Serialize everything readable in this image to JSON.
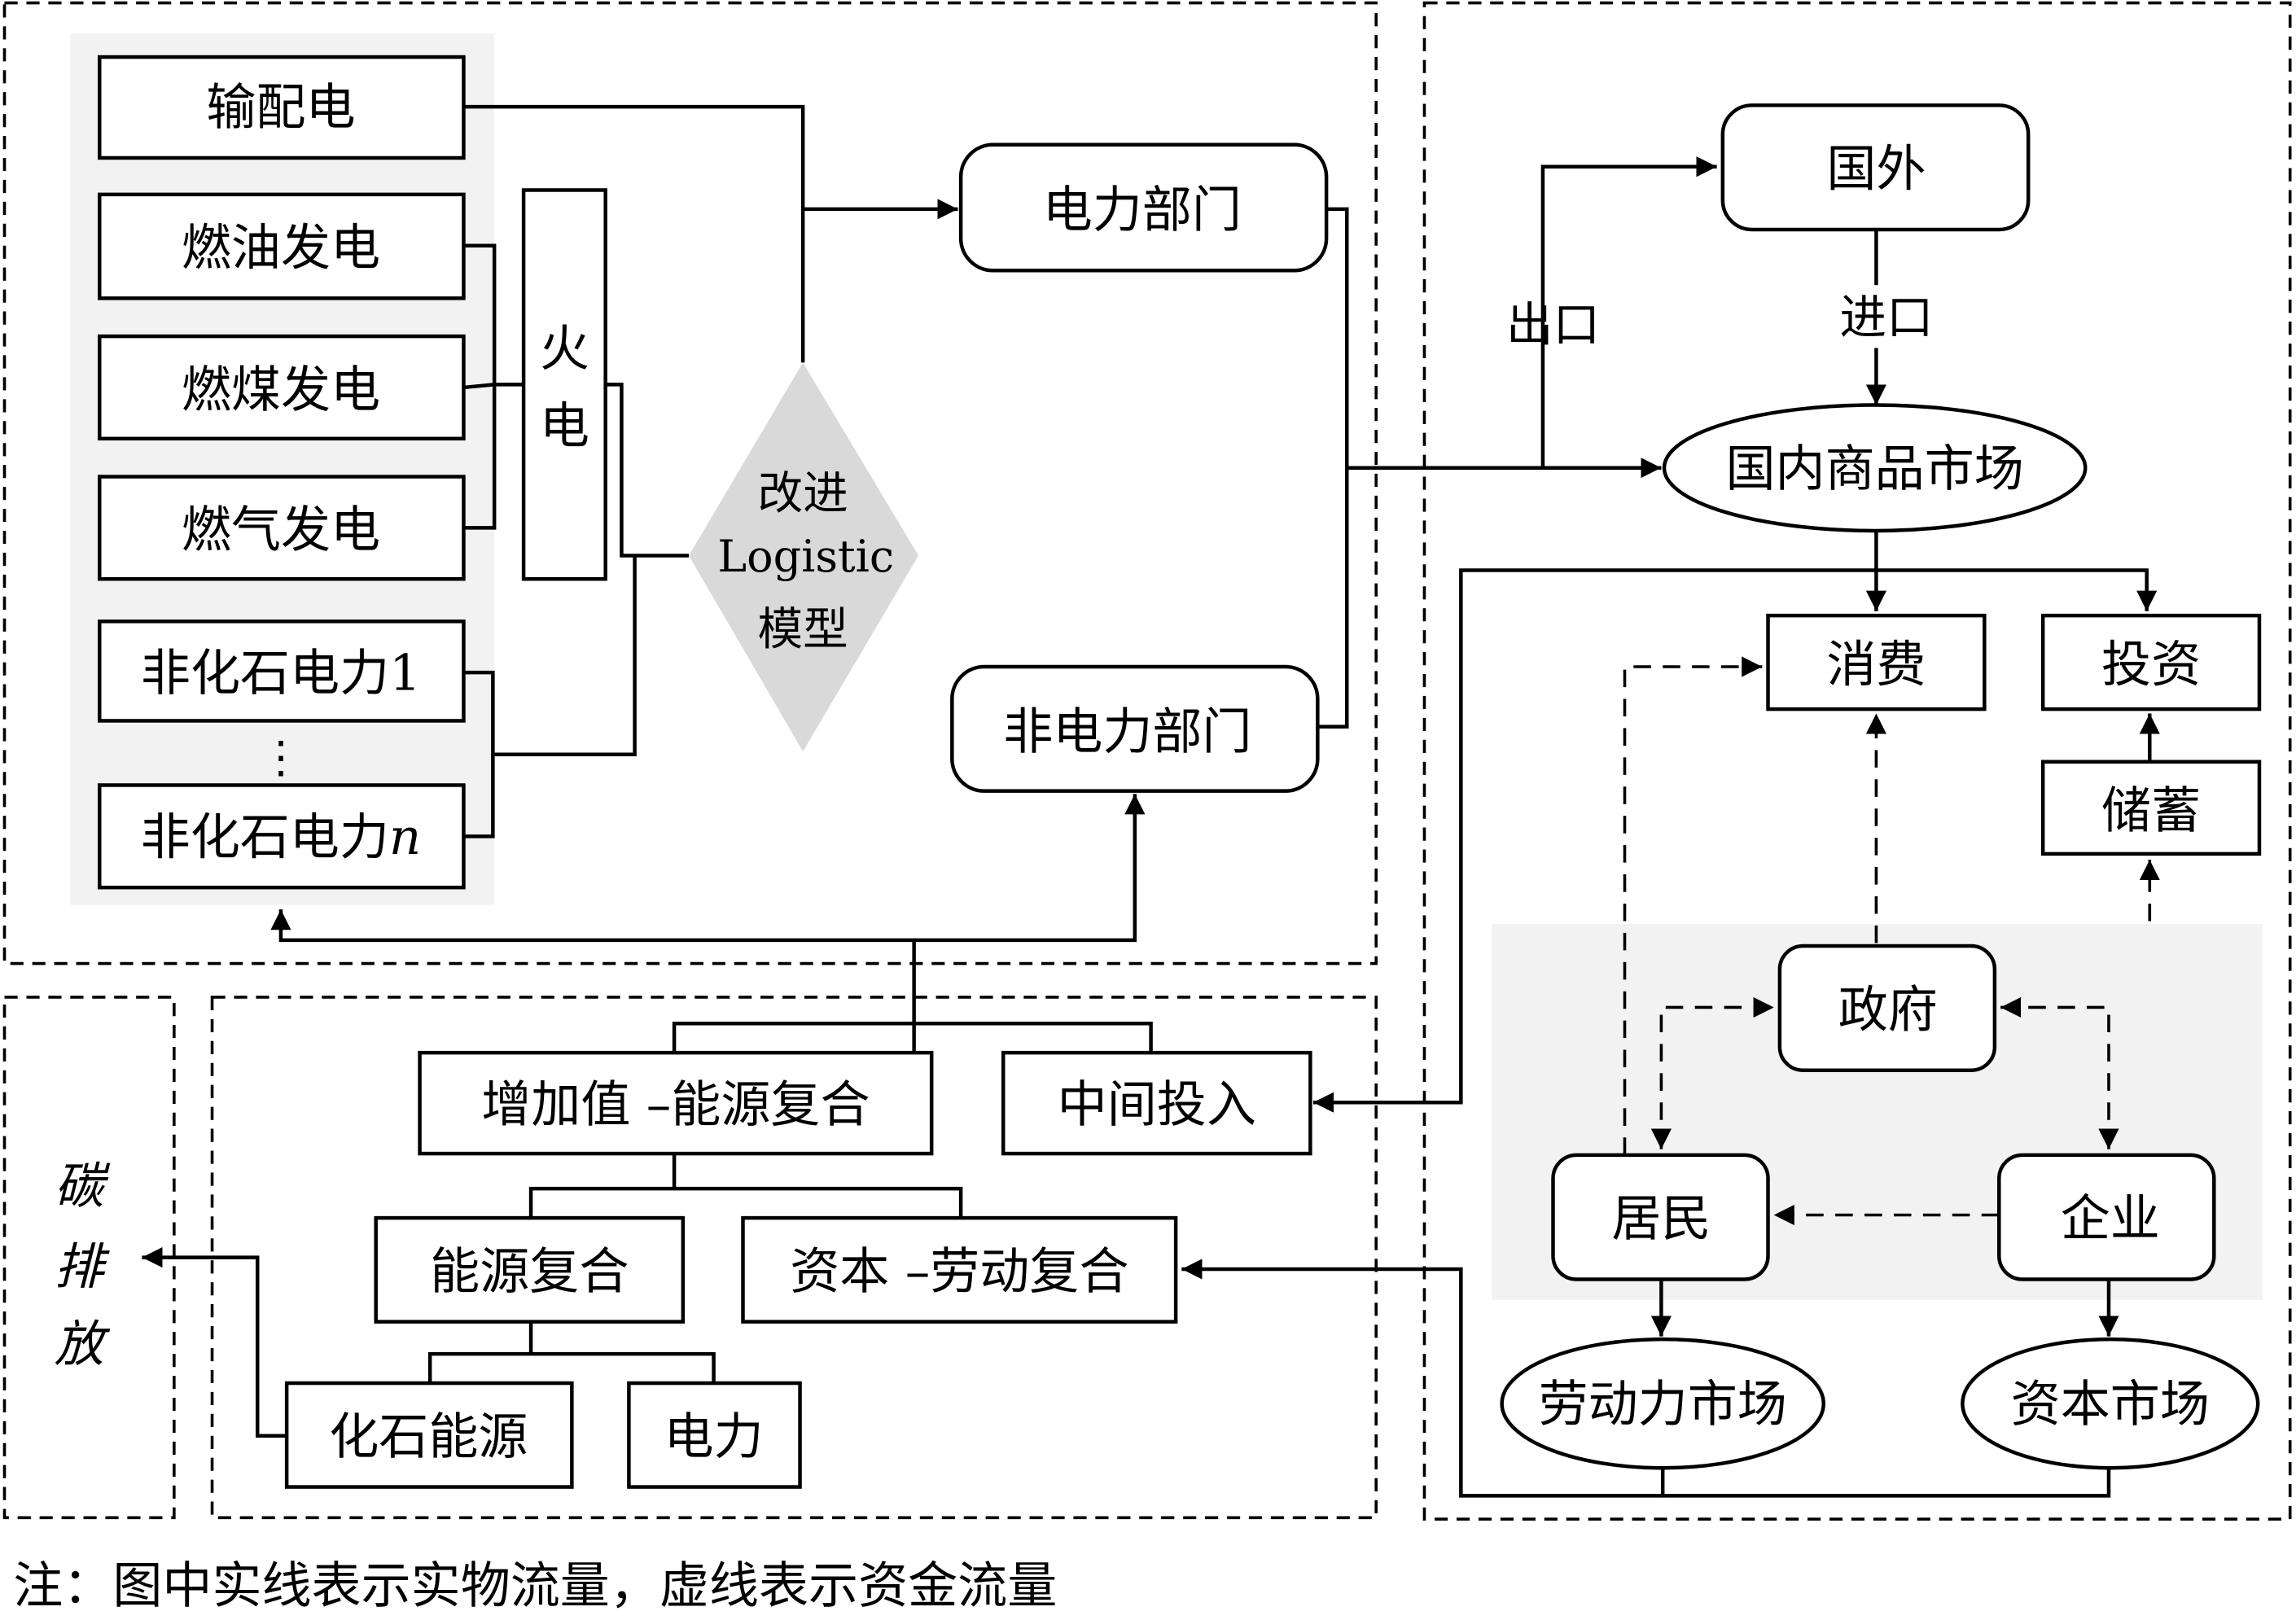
{
  "power": {
    "transmission": "输配电",
    "oil": "燃油发电",
    "coal": "燃煤发电",
    "gas": "燃气发电",
    "thermal_line1": "火",
    "thermal_line2": "电",
    "nonfossil1": "非化石电力1",
    "dots": "⋮",
    "nonfossiln_prefix": "非化石电力",
    "nonfossiln_suffix": "n",
    "model_line1": "改进",
    "model_line2": "Logistic",
    "model_line3": "模型",
    "power_sector": "电力部门",
    "nonpower_sector": "非电力部门"
  },
  "production": {
    "va_energy": "增加值 –能源复合",
    "intermediate": "中间投入",
    "energy": "能源复合",
    "capital_labor": "资本 –劳动复合",
    "fossil": "化石能源",
    "electricity": "电力"
  },
  "carbon": {
    "c1": "碳",
    "c2": "排",
    "c3": "放"
  },
  "market": {
    "foreign": "国外",
    "export": "出口",
    "import": "进口",
    "domestic": "国内商品市场",
    "consumption": "消费",
    "investment": "投资",
    "saving": "储蓄",
    "government": "政府",
    "households": "居民",
    "enterprises": "企业",
    "labor_market": "劳动力市场",
    "capital_market": "资本市场"
  },
  "note": "注：图中实线表示实物流量，虚线表示资金流量"
}
